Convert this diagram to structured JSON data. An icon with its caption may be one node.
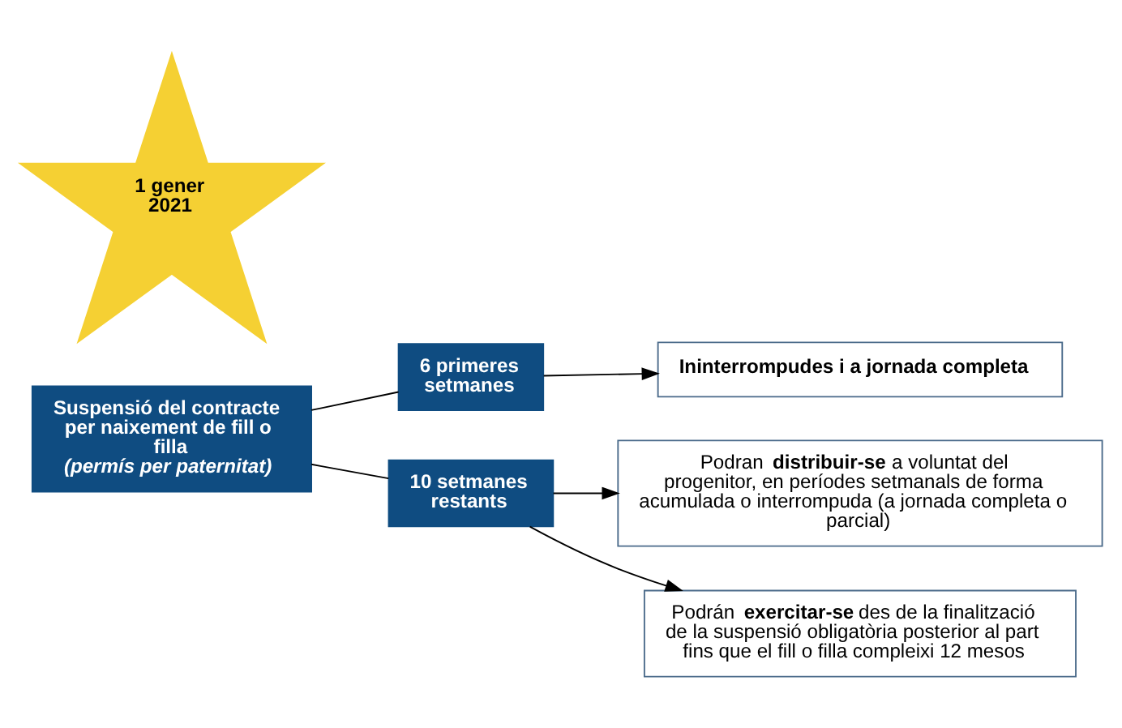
{
  "diagram": {
    "nodes": [
      {
        "text": [
          "Suspensió del contracte per naixement de fill o filla",
          "(permís per paternitat)"
        ]
      },
      {
        "text": [
          "1 gener 2021"
        ]
      },
      {
        "text": [
          "6 primeres setmanes"
        ]
      },
      {
        "text": [
          "Ininterrompudes i a jornada completa"
        ]
      },
      {
        "text": [
          "10 setmanes restants"
        ]
      },
      {
        "text": [
          "Podran **distribuir-se** a voluntat del progenitor, en períodes setmanals de forma acumulada o interrompuda (a jornada completa o parcial)"
        ]
      },
      {
        "text": [
          "Podrán **exercitar-se** des de la finalització de la suspensió obligatòria posterior al part fins que el fill o filla compleixi 12 mesos"
        ]
      }
    ],
    "edges": [
      {
        "from": 0,
        "to": 2,
        "arrow": "none"
      },
      {
        "from": 0,
        "to": 4,
        "arrow": "none"
      },
      {
        "from": 2,
        "to": 3,
        "arrow": "to"
      },
      {
        "from": 4,
        "to": 5,
        "arrow": "to"
      },
      {
        "from": 4,
        "to": 6,
        "arrow": "to"
      }
    ]
  }
}
